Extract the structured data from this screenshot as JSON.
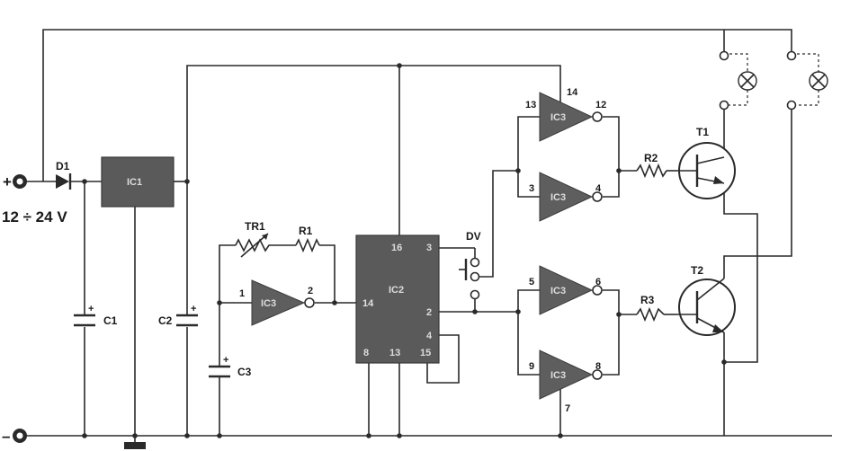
{
  "supply": {
    "plus": "+",
    "minus": "–",
    "voltage": "12 ÷ 24 V"
  },
  "components": {
    "d1": "D1",
    "ic1": "IC1",
    "ic2": "IC2",
    "c1": "C1",
    "c2": "C2",
    "c3": "C3",
    "tr1": "TR1",
    "r1": "R1",
    "r2": "R2",
    "r3": "R3",
    "t1": "T1",
    "t2": "T2",
    "dv": "DV",
    "ic3": "IC3"
  },
  "pins": {
    "ic2": {
      "p16": "16",
      "p3": "3",
      "p14": "14",
      "p2": "2",
      "p4": "4",
      "p8": "8",
      "p13": "13",
      "p15": "15"
    },
    "gate_a": {
      "in": "1",
      "out": "2"
    },
    "gate_b": {
      "in": "13",
      "vcc": "14",
      "out": "12"
    },
    "gate_c": {
      "in": "3",
      "out": "4"
    },
    "gate_d": {
      "in": "5",
      "out": "6"
    },
    "gate_e": {
      "in": "9",
      "out": "8",
      "gnd": "7"
    }
  },
  "polarity": {
    "plus": "+"
  }
}
